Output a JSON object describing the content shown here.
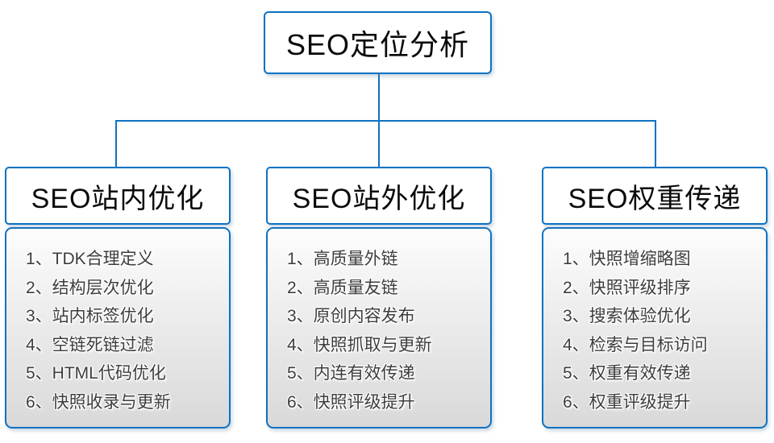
{
  "accent_color": "#0d72c2",
  "root": {
    "title": "SEO定位分析"
  },
  "columns": [
    {
      "title": "SEO站内优化",
      "items": [
        "1、TDK合理定义",
        "2、结构层次优化",
        "3、站内标签优化",
        "4、空链死链过滤",
        "5、HTML代码优化",
        "6、快照收录与更新"
      ]
    },
    {
      "title": "SEO站外优化",
      "items": [
        "1、高质量外链",
        "2、高质量友链",
        "3、原创内容发布",
        "4、快照抓取与更新",
        "5、内连有效传递",
        "6、快照评级提升"
      ]
    },
    {
      "title": "SEO权重传递",
      "items": [
        "1、快照增缩略图",
        "2、快照评级排序",
        "3、搜索体验优化",
        "4、检索与目标访问",
        "5、权重有效传递",
        "6、权重评级提升"
      ]
    }
  ]
}
